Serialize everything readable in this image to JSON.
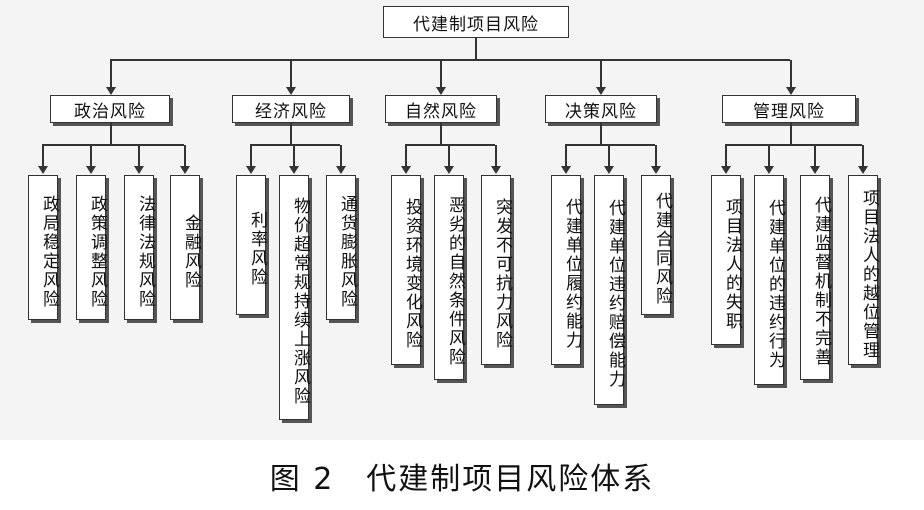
{
  "root": {
    "label": "代建制项目风险"
  },
  "categories": [
    {
      "label": "政治风险",
      "children": [
        "政局稳定风险",
        "政策调整风险",
        "法律法规风险",
        "金融风险"
      ]
    },
    {
      "label": "经济风险",
      "children": [
        "利率风险",
        "物价超常规持续上涨风险",
        "通货膨胀风险"
      ]
    },
    {
      "label": "自然风险",
      "children": [
        "投资环境变化风险",
        "恶劣的自然条件风险",
        "突发不可抗力风险"
      ]
    },
    {
      "label": "决策风险",
      "children": [
        "代建单位履约能力",
        "代建单位违约赔偿能力",
        "代建合同风险"
      ]
    },
    {
      "label": "管理风险",
      "children": [
        "项目法人的失职",
        "代建单位的违约行为",
        "代建监督机制不完善",
        "项目法人的越位管理"
      ]
    }
  ],
  "caption": "图 2　代建制项目风险体系"
}
